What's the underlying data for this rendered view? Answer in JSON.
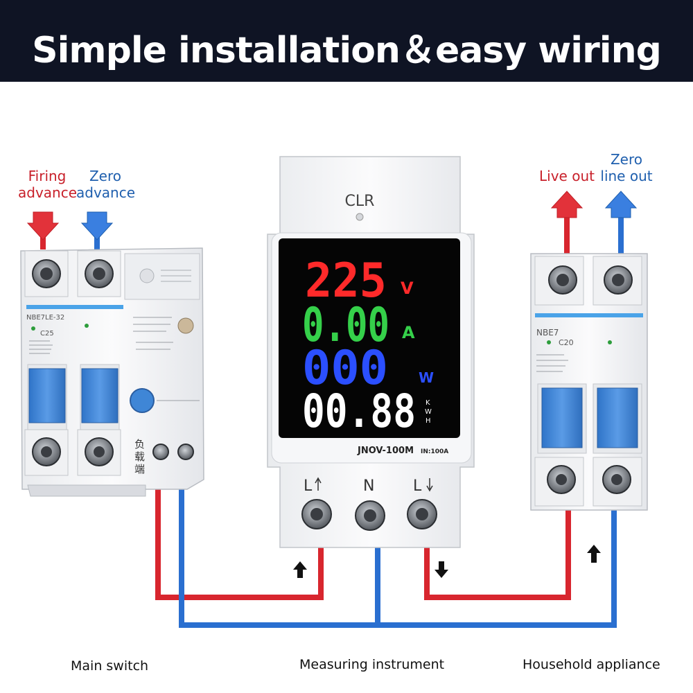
{
  "title": "Simple installation＆easy wiring",
  "labels": {
    "firing_advance": [
      "Firing",
      "advance"
    ],
    "zero_advance": [
      "Zero",
      "advance"
    ],
    "live_out": "Live out",
    "zero_line_out": [
      "Zero",
      "line out"
    ]
  },
  "captions": {
    "main_switch": "Main switch",
    "measuring_instrument": "Measuring instrument",
    "household_appliance": "Household appliance"
  },
  "meter": {
    "clear_button": "CLR",
    "voltage": "225",
    "voltage_unit": "V",
    "current": "0.00",
    "current_unit": "A",
    "power": "000",
    "power_unit": "W",
    "energy": "00.88",
    "energy_unit": [
      "K",
      "W",
      "H"
    ],
    "model": "JNOV-100M",
    "rating": "IN:100A",
    "terminals": [
      "L",
      "N",
      "L"
    ]
  },
  "main_switch": {
    "model": "NBE7LE-32",
    "rating": "C25",
    "side_text": [
      "负",
      "载",
      "端"
    ]
  },
  "appliance_breaker": {
    "model": "NBE7",
    "rating": "C20"
  },
  "colors": {
    "banner": "#0f1424",
    "live_wire": "#d8262e",
    "neutral_wire": "#2a6fd0",
    "breaker_handle": "#3f86d6",
    "display_red": "#ff2a2a",
    "display_green": "#35d04a",
    "display_blue": "#2b4fff",
    "display_white": "#ffffff"
  }
}
